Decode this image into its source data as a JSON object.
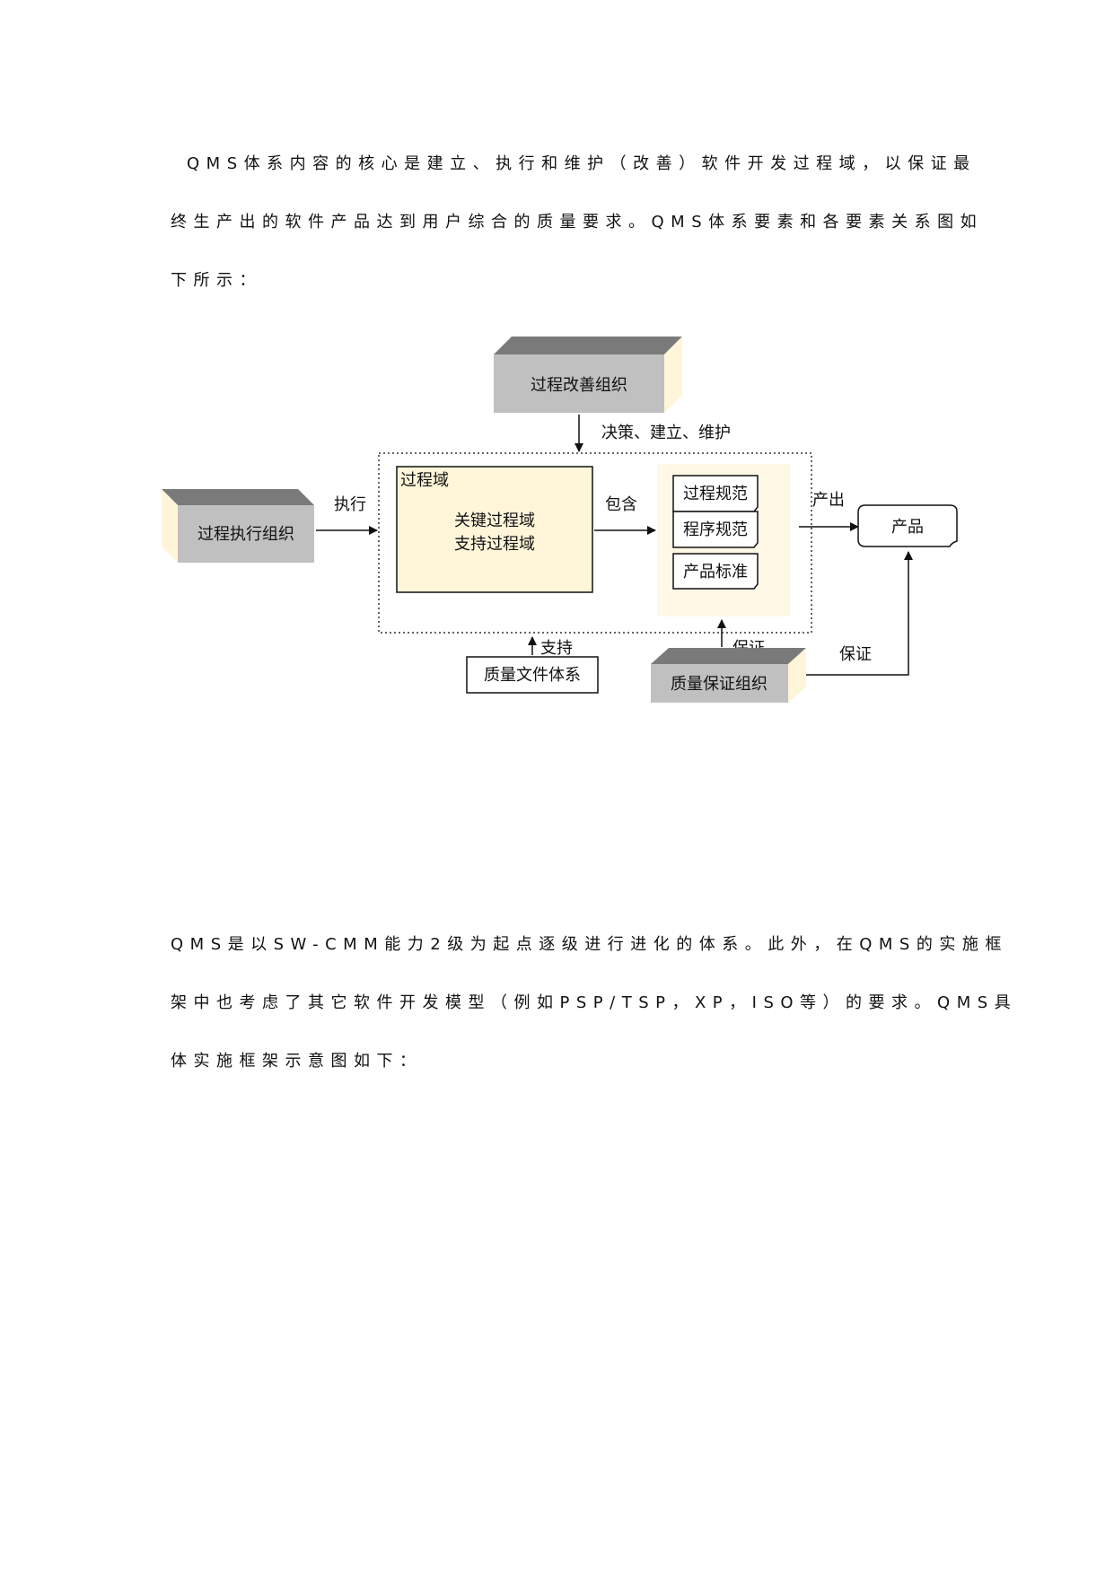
{
  "paragraph1": {
    "lines": [
      "QMS体系内容的核心是建立、执行和维护（改善）软件开发过程域，以保证最",
      "终生产出的软件产品达到用户综合的质量要求。QMS体系要素和各要素关系图如",
      "下所示："
    ]
  },
  "diagram": {
    "process_improvement_org": "过程改善组织",
    "decide_build_maintain": "决策、建立、维护",
    "process_execution_org": "过程执行组织",
    "execute": "执行",
    "process_domain_title": "过程域",
    "key_process_domain": "关键过程域",
    "support_process_domain": "支持过程域",
    "contains": "包含",
    "process_spec": "过程规范",
    "procedure_spec": "程序规范",
    "product_standard": "产品标准",
    "output": "产出",
    "product": "产品",
    "support": "支持",
    "quality_doc_system": "质量文件体系",
    "assure_1": "保证",
    "assure_2": "保证",
    "quality_assurance_org": "质量保证组织"
  },
  "paragraph2": {
    "lines": [
      "QMS是以SW-CMM能力2级为起点逐级进行进化的体系。此外，在QMS的实施框",
      "架中也考虑了其它软件开发模型（例如PSP/TSP，XP，ISO等）的要求。QMS具",
      "体实施框架示意图如下："
    ]
  }
}
